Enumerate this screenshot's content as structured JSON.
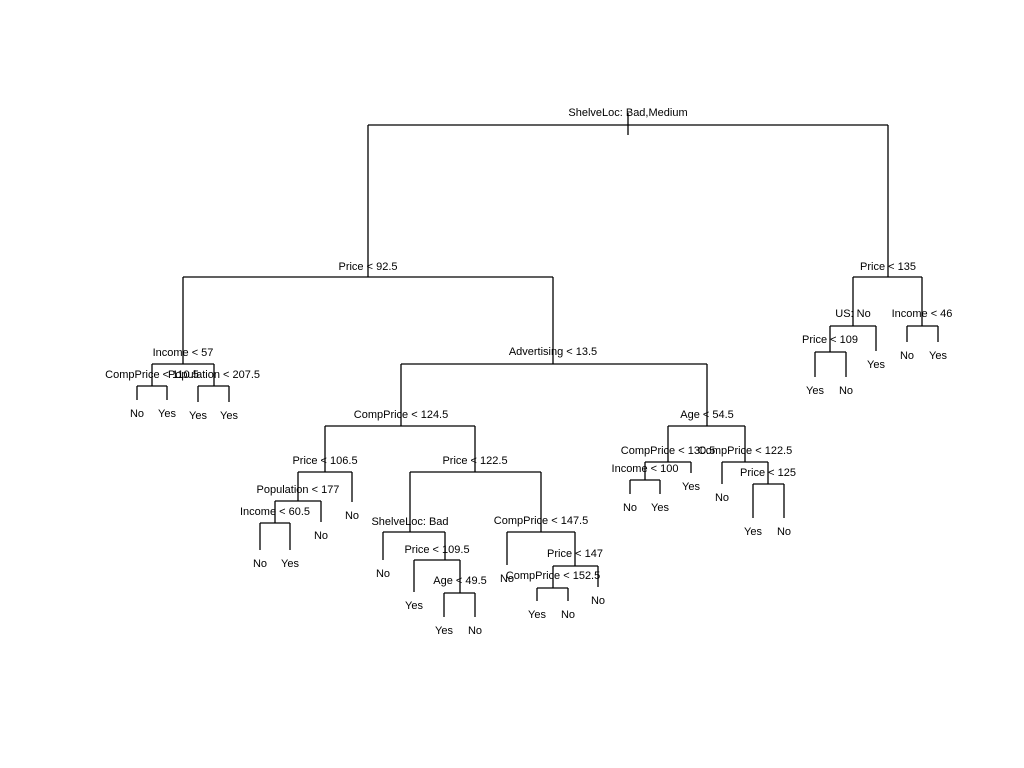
{
  "tree": {
    "root": {
      "label": "ShelveLoc: Bad,Medium",
      "left": {
        "label": "Price < 92.5",
        "left": {
          "label": "Income < 57",
          "left": {
            "label": "CompPrice < 110.5",
            "left": {
              "leaf": "No"
            },
            "right": {
              "leaf": "Yes"
            }
          },
          "right": {
            "label": "Population < 207.5",
            "left": {
              "leaf": "Yes"
            },
            "right": {
              "leaf": "Yes"
            }
          }
        },
        "right": {
          "label": "Advertising < 13.5",
          "left": {
            "label": "CompPrice < 124.5",
            "left": {
              "label": "Price < 106.5",
              "left": {
                "label": "Population < 177",
                "left": {
                  "label": "Income < 60.5",
                  "left": {
                    "leaf": "No"
                  },
                  "right": {
                    "leaf": "Yes"
                  }
                },
                "right": {
                  "leaf": "No"
                }
              },
              "right": {
                "leaf": "No"
              }
            },
            "right": {
              "label": "Price < 122.5",
              "left": {
                "label": "ShelveLoc: Bad",
                "left": {
                  "leaf": "No"
                },
                "right": {
                  "label": "Price < 109.5",
                  "left": {
                    "leaf": "Yes"
                  },
                  "right": {
                    "label": "Age < 49.5",
                    "left": {
                      "leaf": "Yes"
                    },
                    "right": {
                      "leaf": "No"
                    }
                  }
                }
              },
              "right": {
                "label": "CompPrice < 147.5",
                "left": {
                  "leaf": "No"
                },
                "right": {
                  "label": "Price < 147",
                  "left": {
                    "label": "CompPrice < 152.5",
                    "left": {
                      "leaf": "Yes"
                    },
                    "right": {
                      "leaf": "No"
                    }
                  },
                  "right": {
                    "leaf": "No"
                  }
                }
              }
            }
          },
          "right": {
            "label": "Age < 54.5",
            "left": {
              "label": "CompPrice < 130.5",
              "left": {
                "label": "Income < 100",
                "left": {
                  "leaf": "No"
                },
                "right": {
                  "leaf": "Yes"
                }
              },
              "right": {
                "leaf": "Yes"
              }
            },
            "right": {
              "label": "CompPrice < 122.5",
              "left": {
                "leaf": "No"
              },
              "right": {
                "label": "Price < 125",
                "left": {
                  "leaf": "Yes"
                },
                "right": {
                  "leaf": "No"
                }
              }
            }
          }
        }
      },
      "right": {
        "label": "Price < 135",
        "left": {
          "label": "US: No",
          "left": {
            "label": "Price < 109",
            "left": {
              "leaf": "Yes"
            },
            "right": {
              "leaf": "No"
            }
          },
          "right": {
            "leaf": "Yes"
          }
        },
        "right": {
          "label": "Income < 46",
          "left": {
            "leaf": "No"
          },
          "right": {
            "leaf": "Yes"
          }
        }
      }
    }
  }
}
